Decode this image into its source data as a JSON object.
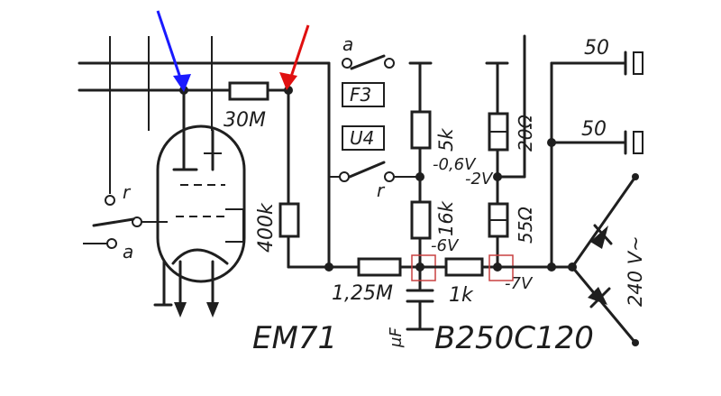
{
  "labels": {
    "r30": "30M",
    "r400": "400k",
    "r125": "1,25M",
    "r1k": "1k",
    "r5k": "5k",
    "r16k": "16k",
    "r20": "20Ω",
    "r55": "55Ω",
    "box_f3": "F3",
    "box_u4": "U4",
    "v_m06": "-0,6V",
    "v_m2": "-2V",
    "v_m6": "-6V",
    "v_m7": "-7V",
    "c50a": "50",
    "c50b": "50",
    "ac": "240 V~",
    "sw_r1": "r",
    "sw_a1": "a",
    "sw_r2": "r",
    "sw_a2": "a",
    "uf": "μF",
    "tube": "EM71",
    "rect": "B250C120"
  },
  "colors": {
    "blue_arrow": "#1a1aff",
    "red_arrow": "#e01010",
    "highlight_box": "#c84040"
  }
}
